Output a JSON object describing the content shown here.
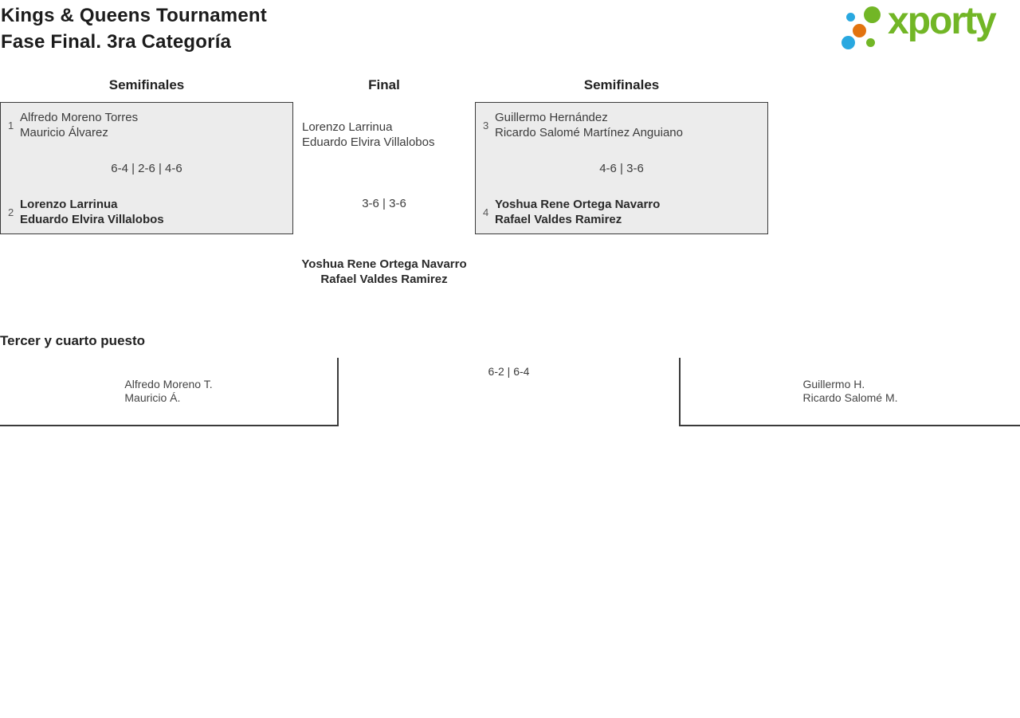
{
  "header": {
    "title": "Kings & Queens Tournament",
    "subtitle": "Fase Final. 3ra Categoría"
  },
  "logo": {
    "text": "xporty"
  },
  "colors": {
    "logo_green": "#72b626",
    "logo_blue": "#29a8e0",
    "logo_orange": "#e2730f",
    "box_fill": "#ececec",
    "line_color": "#3a3a3a"
  },
  "bracket": {
    "headers": [
      "Semifinales",
      "Final",
      "Semifinales"
    ],
    "semifinal_left": {
      "team1": {
        "seed": "1",
        "players": [
          "Alfredo Moreno Torres",
          "Mauricio Álvarez"
        ]
      },
      "score": "6-4 | 2-6 | 4-6",
      "team2": {
        "seed": "2",
        "players": [
          "Lorenzo Larrinua",
          "Eduardo Elvira Villalobos"
        ]
      }
    },
    "final": {
      "team": {
        "players": [
          "Lorenzo Larrinua",
          "Eduardo Elvira Villalobos"
        ]
      },
      "score": "3-6 | 3-6",
      "winner": {
        "players": [
          "Yoshua Rene Ortega Navarro",
          "Rafael Valdes Ramirez"
        ]
      }
    },
    "semifinal_right": {
      "team1": {
        "seed": "3",
        "players": [
          "Guillermo Hernández",
          "Ricardo Salomé Martínez Anguiano"
        ]
      },
      "score": "4-6 | 3-6",
      "team2": {
        "seed": "4",
        "players": [
          "Yoshua Rene Ortega Navarro",
          "Rafael Valdes Ramirez"
        ]
      }
    }
  },
  "third_place": {
    "title": "Tercer y cuarto puesto",
    "left_team": {
      "players": [
        "Alfredo Moreno T.",
        "Mauricio Á."
      ]
    },
    "score": "6-2 | 6-4",
    "right_team": {
      "players": [
        "Guillermo H.",
        "Ricardo Salomé M."
      ]
    }
  }
}
